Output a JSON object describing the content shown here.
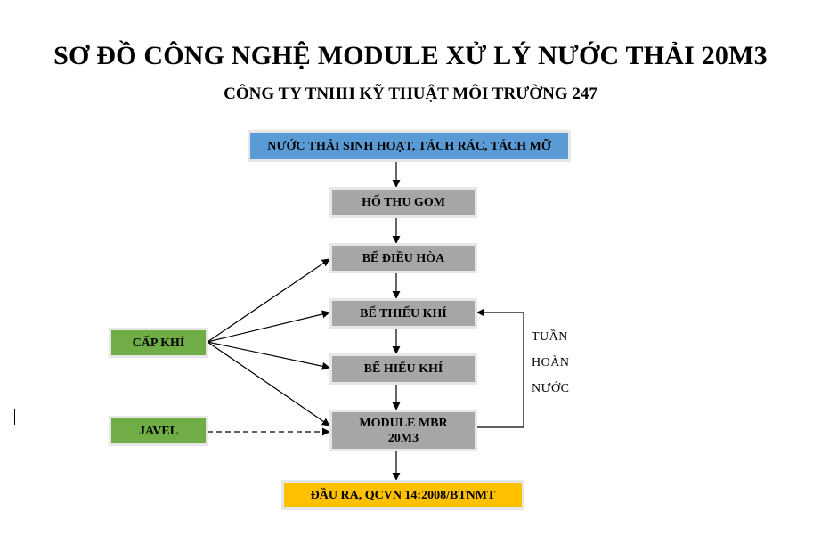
{
  "title": "SƠ ĐỒ CÔNG NGHỆ MODULE XỬ LÝ NƯỚC THẢI 20M3",
  "subtitle": "CÔNG TY TNHH KỸ THUẬT MÔI TRƯỜNG 247",
  "nodes": {
    "input": "NƯỚC THẢI SINH HOẠT, TÁCH RÁC, TÁCH MỠ",
    "collection_pit": "HỐ THU GOM",
    "equalization_tank": "BỂ ĐIỀU HÒA",
    "anoxic_tank": "BỂ THIẾU KHÍ",
    "aerobic_tank": "BỂ HIẾU KHÍ",
    "mbr_module_line1": "MODULE MBR",
    "mbr_module_line2": "20M3",
    "output": "ĐẦU RA, QCVN 14:2008/BTNMT",
    "air_supply": "CẤP KHÍ",
    "javel": "JAVEL"
  },
  "recirculation": {
    "line1": "TUẦN",
    "line2": "HOÀN",
    "line3": "NƯỚC"
  },
  "colors": {
    "process_box": "#a6a6a6",
    "input_box": "#5b9bd5",
    "chemical_box": "#70ad47",
    "output_box": "#ffc000"
  }
}
